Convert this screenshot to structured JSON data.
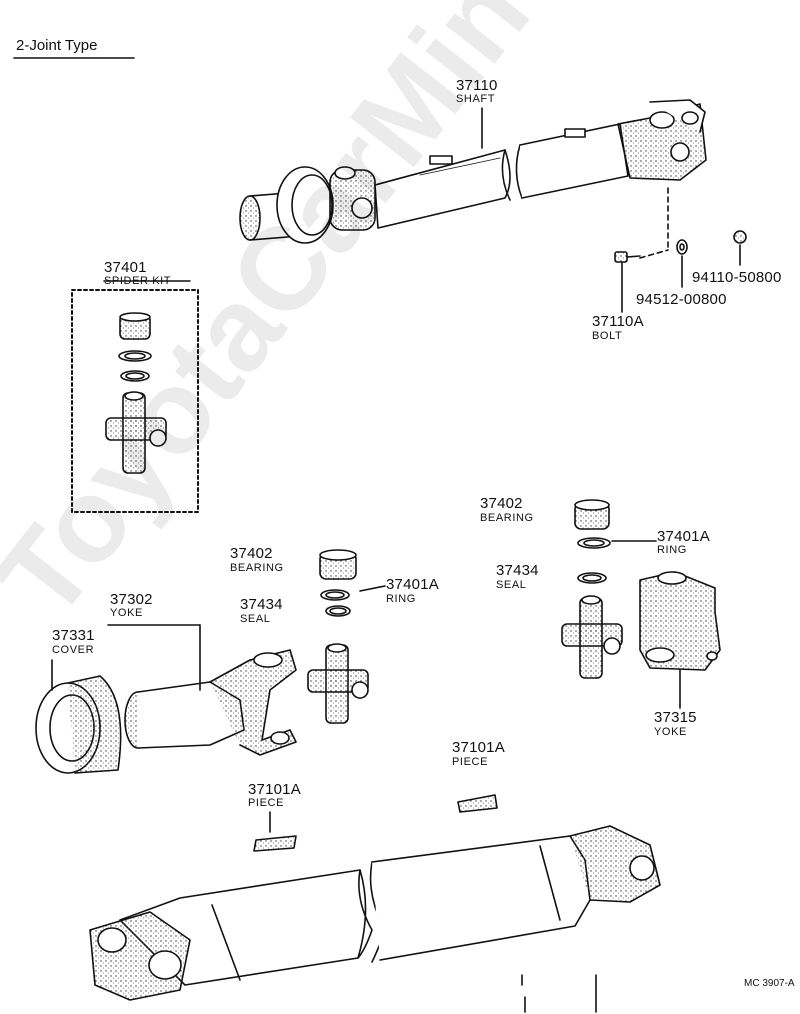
{
  "title": "2-Joint Type",
  "watermark": "ToyotaCarMine.ru",
  "diagram_code": "MC 3907-A",
  "parts": {
    "shaft": {
      "number": "37110",
      "name": "SHAFT"
    },
    "spider_kit": {
      "number": "37401",
      "name": "SPIDER KIT"
    },
    "bolt": {
      "number": "37110A",
      "name": "BOLT"
    },
    "washer": {
      "number": "94512-00800"
    },
    "nut": {
      "number": "94110-50800"
    },
    "bearing_left": {
      "number": "37402",
      "name": "BEARING"
    },
    "ring_left": {
      "number": "37401A",
      "name": "RING"
    },
    "seal_left": {
      "number": "37434",
      "name": "SEAL"
    },
    "yoke_left": {
      "number": "37302",
      "name": "YOKE"
    },
    "cover": {
      "number": "37331",
      "name": "COVER"
    },
    "bearing_right": {
      "number": "37402",
      "name": "BEARING"
    },
    "ring_right": {
      "number": "37401A",
      "name": "RING"
    },
    "seal_right": {
      "number": "37434",
      "name": "SEAL"
    },
    "yoke_right": {
      "number": "37315",
      "name": "YOKE"
    },
    "piece_left": {
      "number": "37101A",
      "name": "PIECE"
    },
    "piece_right": {
      "number": "37101A",
      "name": "PIECE"
    }
  }
}
